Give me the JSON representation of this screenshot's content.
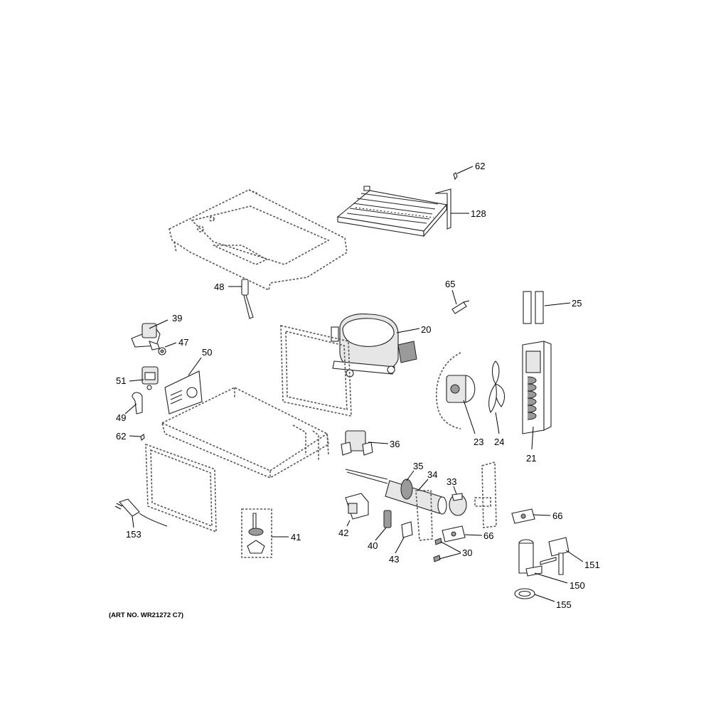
{
  "art_number": "(ART NO. WR21272 C7)",
  "callouts": {
    "c62a": "62",
    "c128": "128",
    "c48": "48",
    "c65": "65",
    "c25": "25",
    "c39": "39",
    "c20": "20",
    "c47": "47",
    "c50": "50",
    "c51": "51",
    "c49": "49",
    "c62b": "62",
    "c36": "36",
    "c23": "23",
    "c24": "24",
    "c21": "21",
    "c35": "35",
    "c34": "34",
    "c33": "33",
    "c66a": "66",
    "c42": "42",
    "c40": "40",
    "c43": "43",
    "c66b": "66",
    "c30": "30",
    "c41": "41",
    "c153": "153",
    "c151": "151",
    "c150": "150",
    "c155": "155"
  }
}
